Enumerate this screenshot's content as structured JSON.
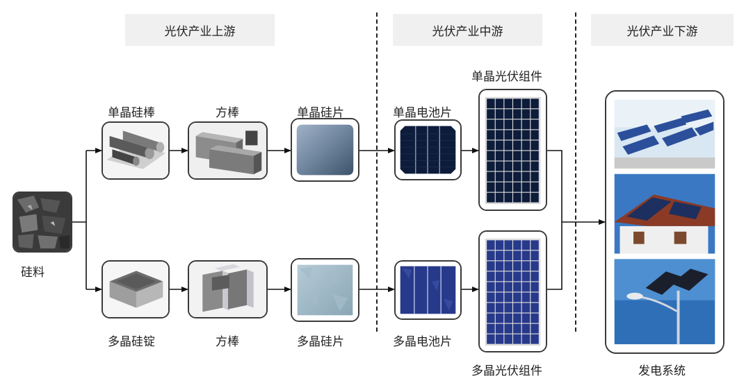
{
  "headers": {
    "upstream": "光伏产业上游",
    "midstream": "光伏产业中游",
    "downstream": "光伏产业下游"
  },
  "labels": {
    "silicon": "硅料",
    "mono_rod": "单晶硅棒",
    "square_rod_top": "方棒",
    "mono_wafer": "单晶硅片",
    "mono_cell": "单晶电池片",
    "mono_module": "单晶光伏组件",
    "poly_ingot": "多晶硅锭",
    "square_rod_bottom": "方棒",
    "poly_wafer": "多晶硅片",
    "poly_cell": "多晶电池片",
    "poly_module": "多晶光伏组件",
    "power_system": "发电系统"
  },
  "colors": {
    "header_bg": "#f0f0f0",
    "line": "#111111",
    "mono_cell": "#0d1c3a",
    "poly_cell": "#27398a"
  }
}
